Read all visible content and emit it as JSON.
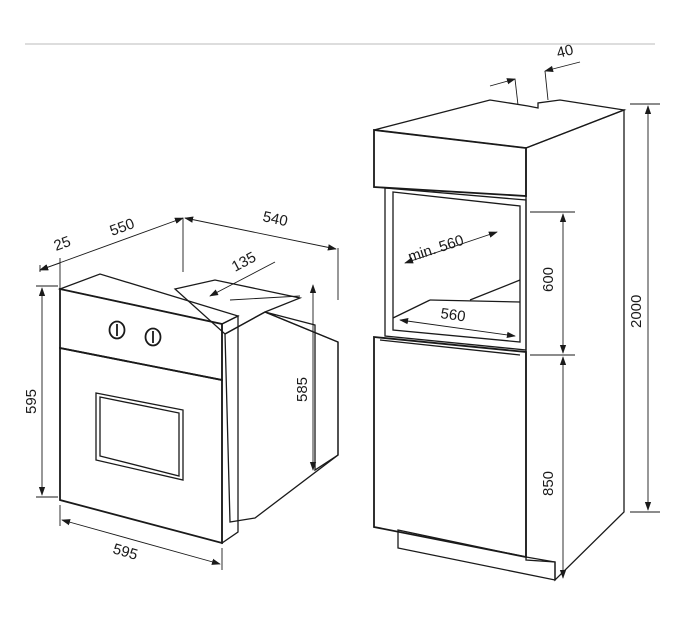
{
  "oven_dimensions": {
    "depth_front": "25",
    "depth_body": "550",
    "depth_total": "540",
    "rear_offset": "135",
    "height_total": "595",
    "height_body": "585",
    "width": "595"
  },
  "cabinet_dimensions": {
    "top_gap": "40",
    "niche_depth_min": "min. 560",
    "niche_width": "560",
    "niche_height": "600",
    "base_height": "850",
    "total_height": "2000"
  }
}
